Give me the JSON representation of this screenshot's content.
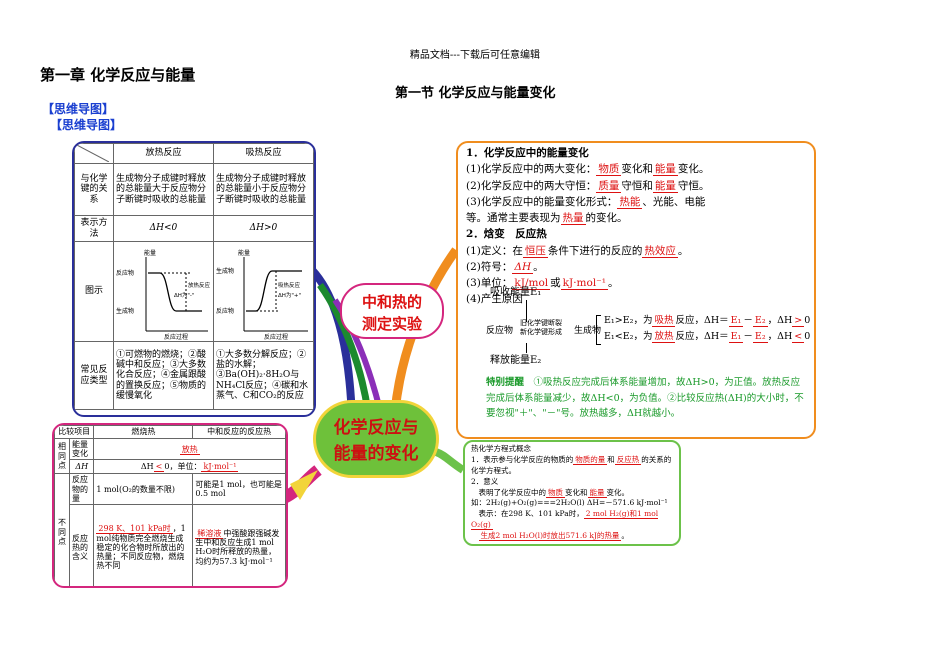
{
  "header_note": "精品文档---下载后可任意编辑",
  "chapter_title": "第一章  化学反应与能量",
  "section_title": "第一节 化学反应与能量变化",
  "mind_map_label_1": "【思维导图】",
  "mind_map_label_2": "【思维导图】",
  "center_label_line1": "化学反应与",
  "center_label_line2": "能量的变化",
  "branch_label_line1": "中和热的",
  "branch_label_line2": "测定实验",
  "box1": {
    "col_exo": "放热反应",
    "col_endo": "吸热反应",
    "row1_head": "与化学键的关系",
    "row1_exo": "生成物分子成键时释放的总能量大于反应物分子断键时吸收的总能量",
    "row1_endo": "生成物分子成键时释放的总能量小于反应物分子断键时吸收的总能量",
    "row2_head": "表示方法",
    "row2_exo": "ΔH<0",
    "row2_endo": "ΔH>0",
    "row3_head": "图示",
    "g_energy": "能量",
    "g_reactant": "反应物",
    "g_product": "生成物",
    "g_progress": "反应过程",
    "g_dh_exo": "ΔH为\"-\"",
    "g_dh_endo": "ΔH为\"+\"",
    "g_heat_out": "放热反应",
    "g_heat_in": "吸热反应",
    "row4_head": "常见反应类型",
    "row4_exo": "①可燃物的燃烧；②酸碱中和反应；③大多数化合反应；④金属跟酸的置换反应；⑤物质的缓慢氧化",
    "row4_endo": "①大多数分解反应；②盐的水解；③Ba(OH)₂·8H₂O与NH₄Cl反应；④碳和水蒸气、C和CO₂的反应"
  },
  "box2": {
    "l1": "1．化学反应中的能量变化",
    "l2a": "(1)化学反应中的两大变化：",
    "l2b": "物质",
    "l2c": "变化和",
    "l2d": "能量",
    "l2e": "变化。",
    "l3a": "(2)化学反应中的两大守恒：",
    "l3b": "质量",
    "l3c": "守恒和",
    "l3d": "能量",
    "l3e": "守恒。",
    "l4a": "(3)化学反应中的能量变化形式：",
    "l4b": "热能",
    "l4c": "、光能、电能",
    "l5a": "等。通常主要表现为",
    "l5b": "热量",
    "l5c": "的变化。",
    "l6": "2．焓变　反应热",
    "l7a": "(1)定义：在",
    "l7b": "恒压",
    "l7c": "条件下进行的反应的",
    "l7d": "热效应",
    "l7e": "。",
    "l8a": "(2)符号：",
    "l8b": "ΔH",
    "l8c": "。",
    "l9a": "(3)单位：",
    "l9b": "kJ/mol",
    "l9c": "或",
    "l9d": "kJ·mol⁻¹",
    "l9e": "。",
    "l10": "(4)产生原因",
    "absorb": "吸收能量E₁",
    "reactant_side": "反应物",
    "break_bond": "旧化学键断裂",
    "form_bond": "新化学键形成",
    "product_side": "生成物",
    "case1a": "E₁>E₂，为",
    "case1b": "吸热",
    "case1c": "反应，ΔH＝",
    "case1d": "E₁",
    "case1e": "－",
    "case1f": "E₂",
    "case1g": "，ΔH",
    "case1h": ">",
    "case1i": "0",
    "case2a": "E₁<E₂，为",
    "case2b": "放热",
    "case2c": "反应，ΔH＝",
    "case2d": "E₁",
    "case2e": "－",
    "case2f": "E₂",
    "case2g": "，ΔH",
    "case2h": "<",
    "case2i": "0",
    "release": "释放能量E₂",
    "tip_title": "特别提醒",
    "tip_text": "①吸热反应完成后体系能量增加，故ΔH>0，为正值。放热反应完成后体系能量减少，故ΔH<0，为负值。②比较反应热(ΔH)的大小时，不要忽视\"＋\"、\"－\"号。放热越多，ΔH就越小。"
  },
  "box3": {
    "h_item": "比较项目",
    "h_comb": "燃烧热",
    "h_neut": "中和反应的反应热",
    "same": "相同点",
    "energy_change": "能量变化",
    "energy_val": "放热",
    "dh": "ΔH",
    "dh_val_a": "ΔH",
    "dh_val_b": "<",
    "dh_val_c": "0，单位：",
    "dh_val_d": "kJ·mol⁻¹",
    "diff": "不同点",
    "amount": "反应物的量",
    "amount_comb": "1 mol(O₂的数量不限)",
    "amount_neut": "可能是1 mol，也可能是0.5 mol",
    "meaning": "反应热的含义",
    "meaning_comb_a": "298 K、101 kPa时",
    "meaning_comb_b": "，1 mol纯物质完全燃烧生成稳定的化合物时所放出的热量；不同反应物，燃烧热不同",
    "meaning_neut_a": "稀溶液",
    "meaning_neut_b": "中强酸跟强碱发生中和反应生成1 mol H₂O时所释放的热量，均约为57.3 kJ·mol⁻¹"
  },
  "box4": {
    "title": "热化学方程式概念",
    "l1a": "1．表示参与化学反应的物质的",
    "l1b": "物质的量",
    "l1c": "和",
    "l1d": "反应热",
    "l1e": "的关系的化学方程式。",
    "l2": "2．意义",
    "l3a": "表明了化学反应中的",
    "l3b": "物质",
    "l3c": "变化和",
    "l3d": "能量",
    "l3e": "变化。",
    "l4": "如：2H₂(g)+O₂(g)===2H₂O(l)    ΔH=－571.6 kJ·mol⁻¹",
    "l5a": "表示：在298 K、101 kPa时，",
    "l5b": "2 mol H₂(g)和1 mol O₂(g)",
    "l6": "生成2 mol H₂O(l)时放出571.6 kJ的热量",
    "l6e": "。"
  },
  "colors": {
    "blue_box": "#2a2f9a",
    "orange_box": "#f08d1e",
    "pink_box": "#d4267e",
    "green_box": "#6cc24a",
    "center": "#6ec13a",
    "red_text": "#d11111"
  }
}
